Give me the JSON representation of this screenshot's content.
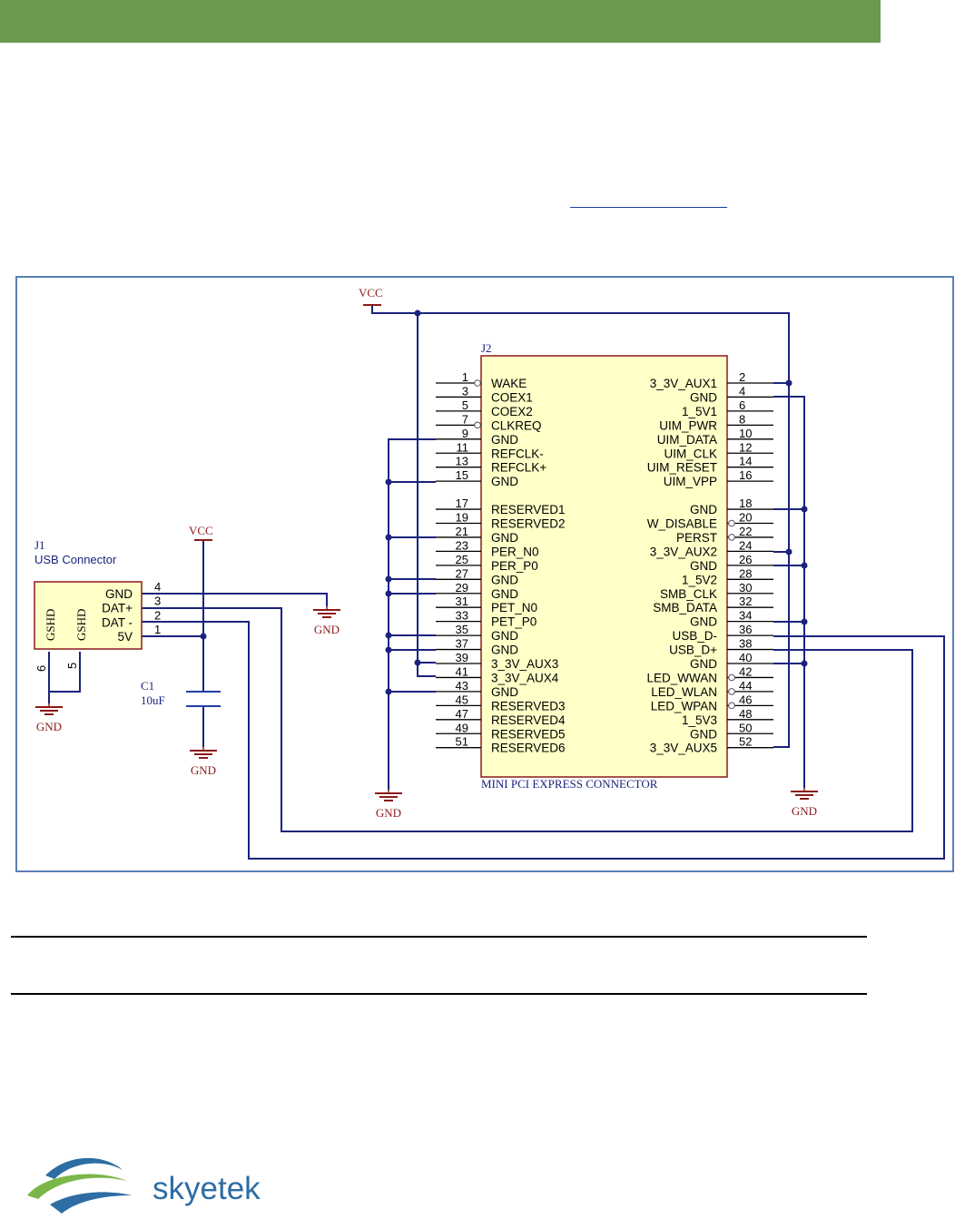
{
  "schematic": {
    "vcc_label": "VCC",
    "gnd_label": "GND",
    "j2": {
      "ref": "J2",
      "title": "MINI PCI EXPRESS CONNECTOR",
      "left": [
        {
          "pin": "1",
          "label": "WAKE",
          "nc": true
        },
        {
          "pin": "3",
          "label": "COEX1",
          "nc": false
        },
        {
          "pin": "5",
          "label": "COEX2",
          "nc": false
        },
        {
          "pin": "7",
          "label": "CLKREQ",
          "nc": true
        },
        {
          "pin": "9",
          "label": "GND",
          "nc": false
        },
        {
          "pin": "11",
          "label": "REFCLK-",
          "nc": false
        },
        {
          "pin": "13",
          "label": "REFCLK+",
          "nc": false
        },
        {
          "pin": "15",
          "label": "GND",
          "nc": false
        },
        {
          "pin": "17",
          "label": "RESERVED1",
          "nc": false
        },
        {
          "pin": "19",
          "label": "RESERVED2",
          "nc": false
        },
        {
          "pin": "21",
          "label": "GND",
          "nc": false
        },
        {
          "pin": "23",
          "label": "PER_N0",
          "nc": false
        },
        {
          "pin": "25",
          "label": "PER_P0",
          "nc": false
        },
        {
          "pin": "27",
          "label": "GND",
          "nc": false
        },
        {
          "pin": "29",
          "label": "GND",
          "nc": false
        },
        {
          "pin": "31",
          "label": "PET_N0",
          "nc": false
        },
        {
          "pin": "33",
          "label": "PET_P0",
          "nc": false
        },
        {
          "pin": "35",
          "label": "GND",
          "nc": false
        },
        {
          "pin": "37",
          "label": "GND",
          "nc": false
        },
        {
          "pin": "39",
          "label": "3_3V_AUX3",
          "nc": false
        },
        {
          "pin": "41",
          "label": "3_3V_AUX4",
          "nc": false
        },
        {
          "pin": "43",
          "label": "GND",
          "nc": false
        },
        {
          "pin": "45",
          "label": "RESERVED3",
          "nc": false
        },
        {
          "pin": "47",
          "label": "RESERVED4",
          "nc": false
        },
        {
          "pin": "49",
          "label": "RESERVED5",
          "nc": false
        },
        {
          "pin": "51",
          "label": "RESERVED6",
          "nc": false
        }
      ],
      "right": [
        {
          "pin": "2",
          "label": "3_3V_AUX1",
          "nc": false
        },
        {
          "pin": "4",
          "label": "GND",
          "nc": false
        },
        {
          "pin": "6",
          "label": "1_5V1",
          "nc": false
        },
        {
          "pin": "8",
          "label": "UIM_PWR",
          "nc": false
        },
        {
          "pin": "10",
          "label": "UIM_DATA",
          "nc": false
        },
        {
          "pin": "12",
          "label": "UIM_CLK",
          "nc": false
        },
        {
          "pin": "14",
          "label": "UIM_RESET",
          "nc": false
        },
        {
          "pin": "16",
          "label": "UIM_VPP",
          "nc": false
        },
        {
          "pin": "18",
          "label": "GND",
          "nc": false
        },
        {
          "pin": "20",
          "label": "W_DISABLE",
          "nc": true
        },
        {
          "pin": "22",
          "label": "PERST",
          "nc": true
        },
        {
          "pin": "24",
          "label": "3_3V_AUX2",
          "nc": false
        },
        {
          "pin": "26",
          "label": "GND",
          "nc": false
        },
        {
          "pin": "28",
          "label": "1_5V2",
          "nc": false
        },
        {
          "pin": "30",
          "label": "SMB_CLK",
          "nc": false
        },
        {
          "pin": "32",
          "label": "SMB_DATA",
          "nc": false
        },
        {
          "pin": "34",
          "label": "GND",
          "nc": false
        },
        {
          "pin": "36",
          "label": "USB_D-",
          "nc": false
        },
        {
          "pin": "38",
          "label": "USB_D+",
          "nc": false
        },
        {
          "pin": "40",
          "label": "GND",
          "nc": false
        },
        {
          "pin": "42",
          "label": "LED_WWAN",
          "nc": true
        },
        {
          "pin": "44",
          "label": "LED_WLAN",
          "nc": true
        },
        {
          "pin": "46",
          "label": "LED_WPAN",
          "nc": true
        },
        {
          "pin": "48",
          "label": "1_5V3",
          "nc": false
        },
        {
          "pin": "50",
          "label": "GND",
          "nc": false
        },
        {
          "pin": "52",
          "label": "3_3V_AUX5",
          "nc": false
        }
      ]
    },
    "j1": {
      "ref": "J1",
      "name": "USB Connector",
      "pins": [
        {
          "pin": "4",
          "label": "GND"
        },
        {
          "pin": "3",
          "label": "DAT+"
        },
        {
          "pin": "2",
          "label": "DAT -"
        },
        {
          "pin": "1",
          "label": "5V"
        }
      ],
      "shield_label": "GSHD",
      "shield_pins": [
        "6",
        "5"
      ]
    },
    "c1": {
      "ref": "C1",
      "value": "10uF"
    }
  },
  "footer": {
    "brand": "skyetek"
  },
  "colors": {
    "banner": "#6b9a4f",
    "wire": "#1a237e",
    "body": "#ffffc8",
    "ground": "#8b1a1a",
    "capacitor": "#1f3ea8"
  }
}
